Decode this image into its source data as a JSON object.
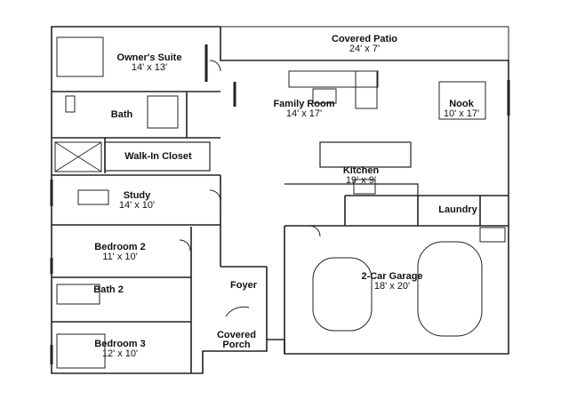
{
  "rooms": {
    "owners_suite": {
      "name": "Owner's Suite",
      "dims": "14' x 13'"
    },
    "bath": {
      "name": "Bath"
    },
    "walk_in_closet": {
      "name": "Walk-In Closet"
    },
    "study": {
      "name": "Study",
      "dims": "14' x 10'"
    },
    "bedroom2": {
      "name": "Bedroom 2",
      "dims": "11' x 10'"
    },
    "bath2": {
      "name": "Bath 2"
    },
    "bedroom3": {
      "name": "Bedroom 3",
      "dims": "12' x 10'"
    },
    "covered_patio": {
      "name": "Covered Patio",
      "dims": "24' x 7'"
    },
    "family_room": {
      "name": "Family Room",
      "dims": "14' x 17'"
    },
    "nook": {
      "name": "Nook",
      "dims": "10' x 17'"
    },
    "kitchen": {
      "name": "Kitchen",
      "dims": "19' x 9'"
    },
    "laundry": {
      "name": "Laundry"
    },
    "foyer": {
      "name": "Foyer"
    },
    "garage": {
      "name": "2-Car Garage",
      "dims": "18' x 20'"
    },
    "covered_porch": {
      "name": "Covered",
      "name2": "Porch"
    }
  }
}
